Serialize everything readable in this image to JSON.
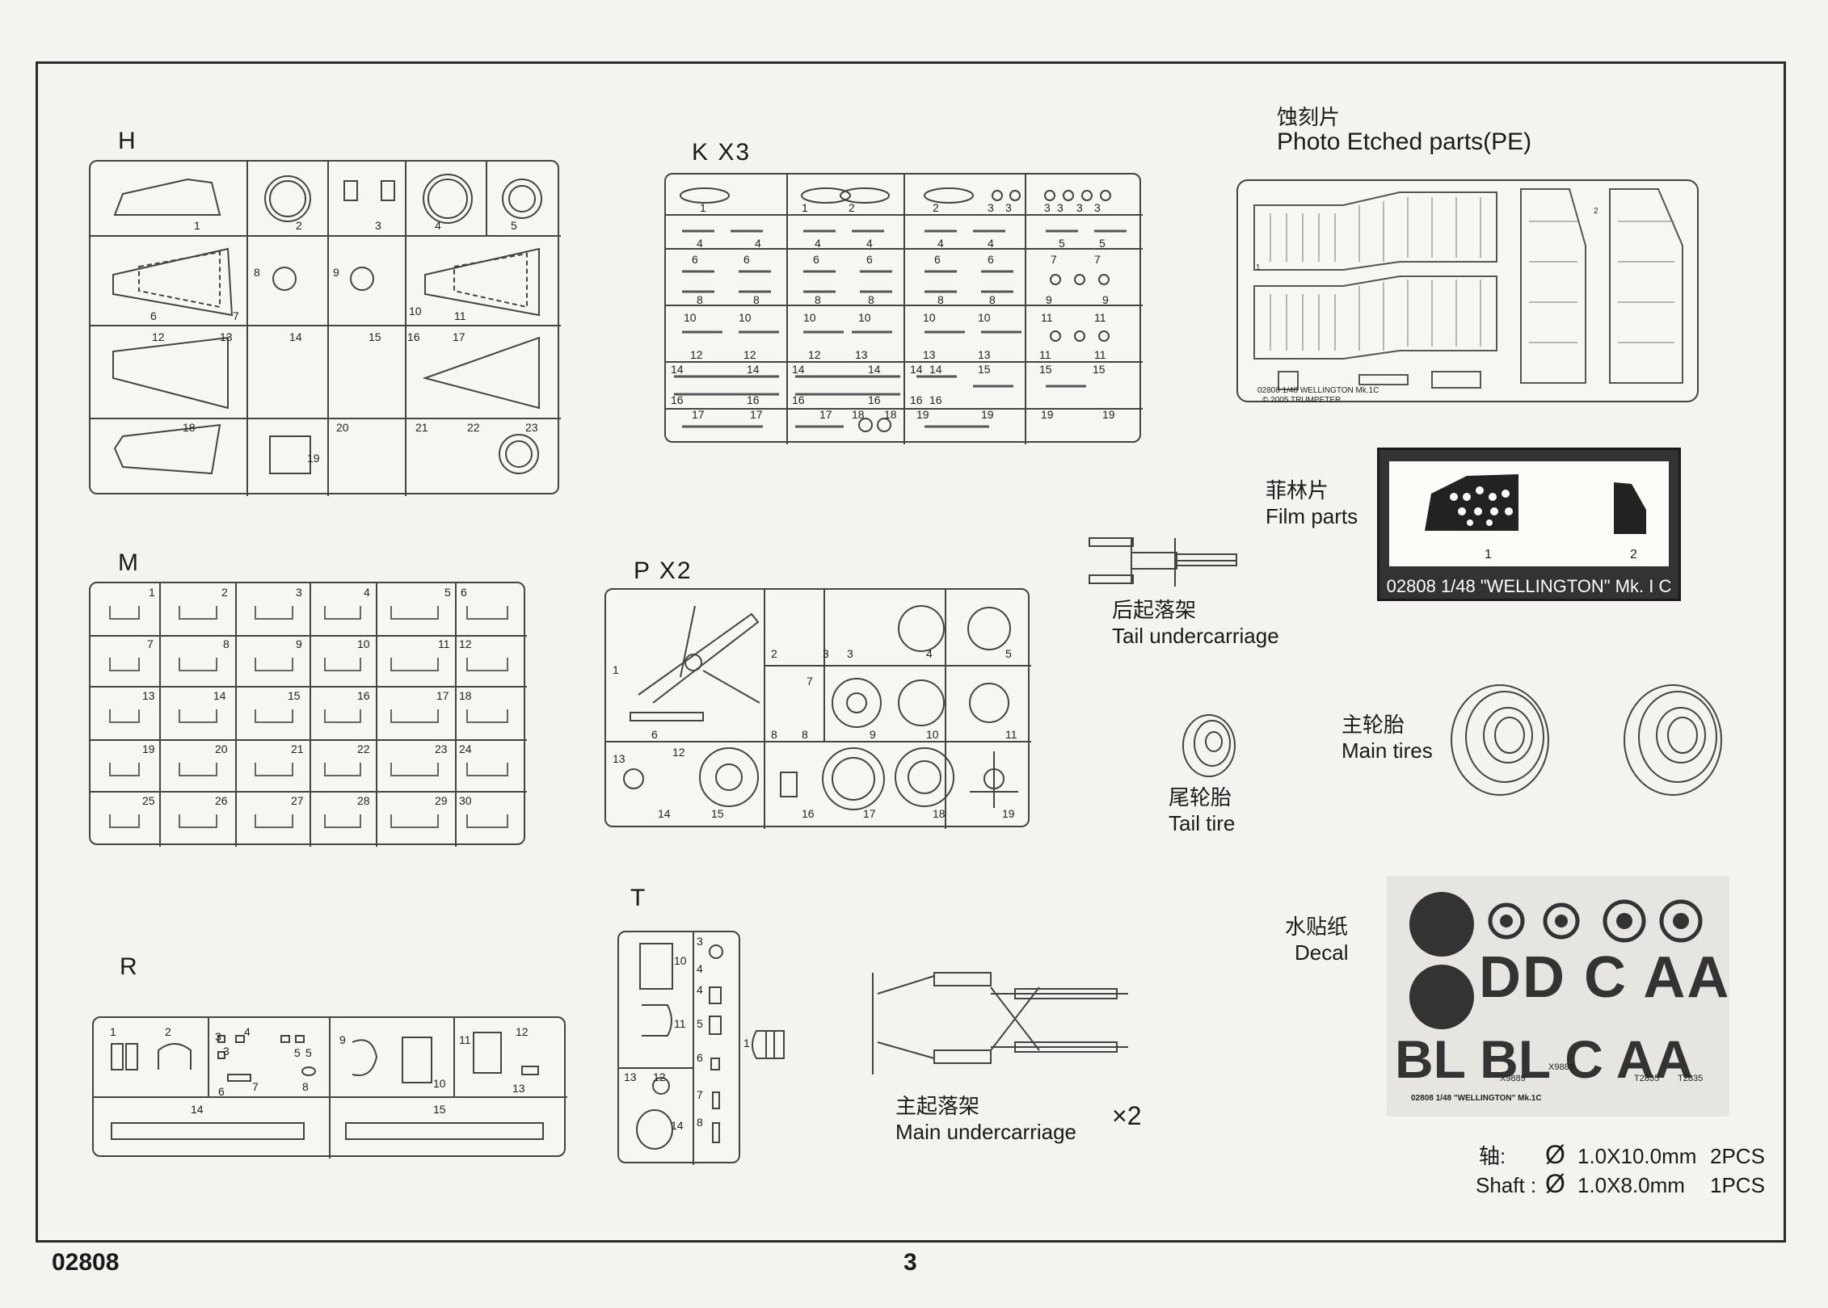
{
  "sprues": {
    "H": {
      "label": "H"
    },
    "K": {
      "label": "K X3"
    },
    "M": {
      "label": "M"
    },
    "P": {
      "label": "P X2"
    },
    "R": {
      "label": "R"
    },
    "T": {
      "label": "T"
    }
  },
  "photo_etched": {
    "label_cn": "蚀刻片",
    "label_en": "Photo Etched parts(PE)",
    "fret_text": "02808 1/48 WELLINGTON Mk.1C",
    "copyright": "© 2005 TRUMPETER"
  },
  "film": {
    "label_cn": "菲林片",
    "label_en": "Film parts",
    "code": "02808 1/48 \"WELLINGTON\" Mk. I C",
    "part1": "1",
    "part2": "2"
  },
  "tail_undercarriage": {
    "label_cn": "后起落架",
    "label_en": "Tail undercarriage"
  },
  "main_tires": {
    "label_cn": "主轮胎",
    "label_en": "Main tires"
  },
  "tail_tire": {
    "label_cn": "尾轮胎",
    "label_en": "Tail tire"
  },
  "decal": {
    "label_cn": "水贴纸",
    "label_en": "Decal",
    "sheet_text": "02808 1/48 \"WELLINGTON\" Mk.1C",
    "letters_top": "DD C  AA",
    "letters_bottom": "BL BL C  AA",
    "serials": [
      "X9889",
      "X9889",
      "T2835",
      "T2835"
    ]
  },
  "main_undercarriage": {
    "label_cn": "主起落架",
    "label_en": "Main undercarriage",
    "multiplier": "×2"
  },
  "shaft": {
    "label_cn": "轴:",
    "label_en": "Shaft :",
    "row1_spec": "1.0X10.0mm",
    "row1_qty": "2PCS",
    "row2_spec": "1.0X8.0mm",
    "row2_qty": "1PCS",
    "diameter_symbol": "Ø"
  },
  "footer": {
    "code": "02808",
    "page": "3"
  }
}
